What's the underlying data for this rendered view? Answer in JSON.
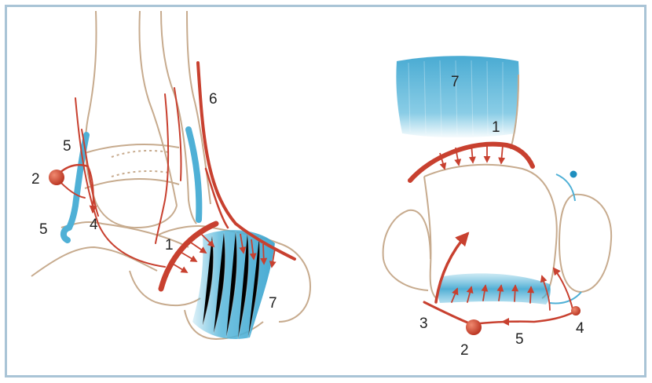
{
  "figure": {
    "left_panel": {
      "labels": {
        "l1": "1",
        "l2": "2",
        "l4": "4",
        "l5a": "5",
        "l5b": "5",
        "l6": "6",
        "l7": "7"
      }
    },
    "right_panel": {
      "labels": {
        "l1": "1",
        "l2": "2",
        "l3": "3",
        "l4": "4",
        "l5": "5",
        "l7": "7"
      }
    }
  },
  "colors": {
    "frame_border": "#a9c4d6",
    "bone_outline": "#c7ab8e",
    "artery_red": "#c8402f",
    "vein_blue": "#4fb0d6",
    "ligament_blue": "#57b7db",
    "label_text": "#222222"
  }
}
